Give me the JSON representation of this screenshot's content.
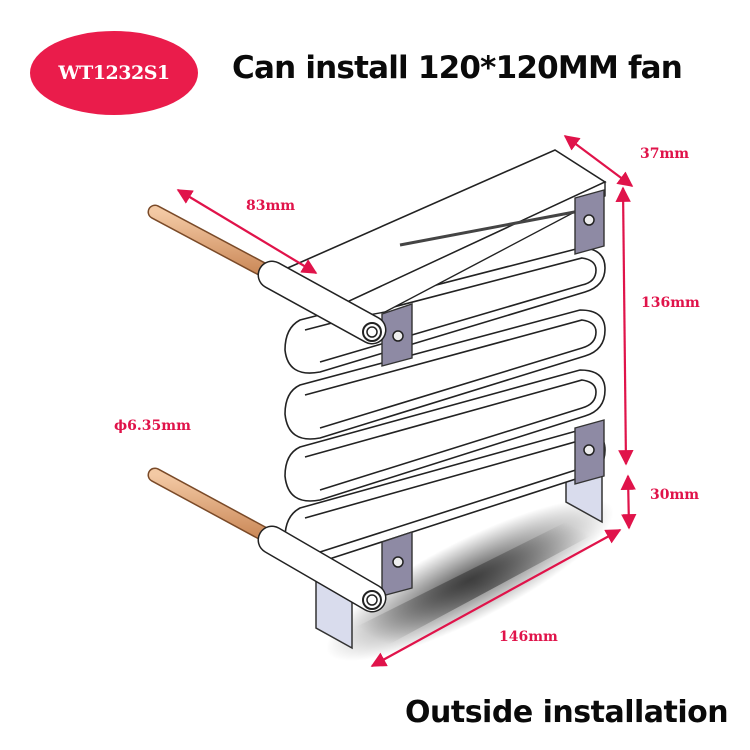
{
  "badge": {
    "label": "WT1232S1",
    "color": "#ea1c4b"
  },
  "title": "Can install 120*120MM fan",
  "footer": "Outside installation",
  "dimensions": {
    "depth": "37mm",
    "pipe_length": "83mm",
    "core_height": "136mm",
    "pipe_diameter": "ϕ6.35mm",
    "leg_height": "30mm",
    "width": "146mm"
  },
  "colors": {
    "dimension": "#e0134a",
    "copper": "#e0a47a",
    "bracket": "#8e8aa4",
    "leg": "#d9dced"
  }
}
